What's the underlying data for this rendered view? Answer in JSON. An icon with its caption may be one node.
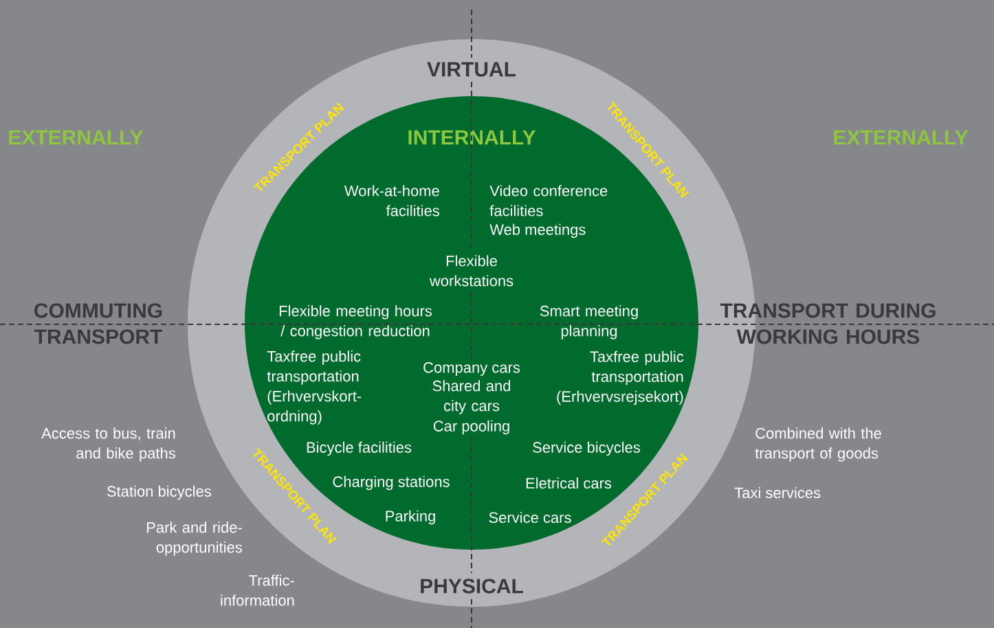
{
  "diagram": {
    "nodes": [
      {
        "text": [
          "VIRTUAL",
          "PHYSICAL",
          "TRANSPORT PLAN",
          "TRANSPORT PLAN",
          "TRANSPORT PLAN",
          "TRANSPORT PLAN"
        ]
      },
      {
        "text": [
          "INTERNALLY",
          "Work-at-home facilities",
          "Video conference facilities",
          "Web meetings",
          "Flexible workstations",
          "Flexible meeting hours / congestion reduction",
          "Smart meeting planning",
          "Taxfree public transportation (Erhvervskort- ordning)",
          "Company cars",
          "Shared and city cars",
          "Car pooling",
          "Taxfree public transportation (Erhvervsrejsekort)",
          "Bicycle facilities",
          "Service bicycles",
          "Charging stations",
          "Eletrical cars",
          "Parking",
          "Service cars"
        ],
        "in": 0
      }
    ],
    "labels": [
      "EXTERNALLY",
      "EXTERNALLY",
      "COMMUTING TRANSPORT",
      "TRANSPORT DURING WORKING HOURS",
      "Access to bus, train and bike paths",
      "Combined with the transport of goods",
      "Station bicycles",
      "Taxi services",
      "Park and ride- opportunities",
      "Traffic- information"
    ]
  }
}
